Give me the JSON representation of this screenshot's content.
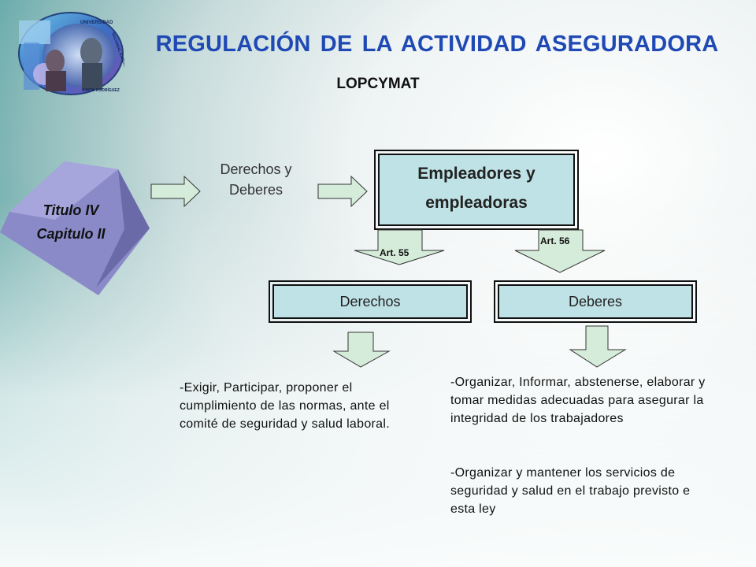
{
  "header": {
    "title": "REGULACIÓN DE LA ACTIVIDAD ASEGURADORA",
    "subtitle": "LOPCYMAT"
  },
  "logo": {
    "top_text": "UNIVERSIDAD",
    "side_text": "NACIONAL EXPERIMENTAL",
    "bottom_text": "SIMÓN RODRÍGUEZ"
  },
  "cube": {
    "line1": "Titulo IV",
    "line2": "Capitulo II"
  },
  "flow": {
    "rights_duties_label": "Derechos y Deberes",
    "employers_box": "Empleadores y empleadoras",
    "art55": "Art. 55",
    "art56": "Art. 56",
    "rights_box": "Derechos",
    "duties_box": "Deberes"
  },
  "details": {
    "rights_text": "-Exigir, Participar, proponer el cumplimiento de las normas, ante el comité de seguridad y salud laboral.",
    "duties_text_1": "-Organizar, Informar, abstenerse, elaborar y tomar medidas adecuadas para asegurar la integridad de los trabajadores",
    "duties_text_2": "-Organizar y mantener los servicios de seguridad y salud en el trabajo previsto e esta ley"
  },
  "colors": {
    "title": "#1f49b4",
    "box_fill": "#bfe2e6",
    "arrow_fill": "#d4ecd9",
    "cube_front": "#8a8ac8",
    "background_teal": "#3f9a98"
  }
}
